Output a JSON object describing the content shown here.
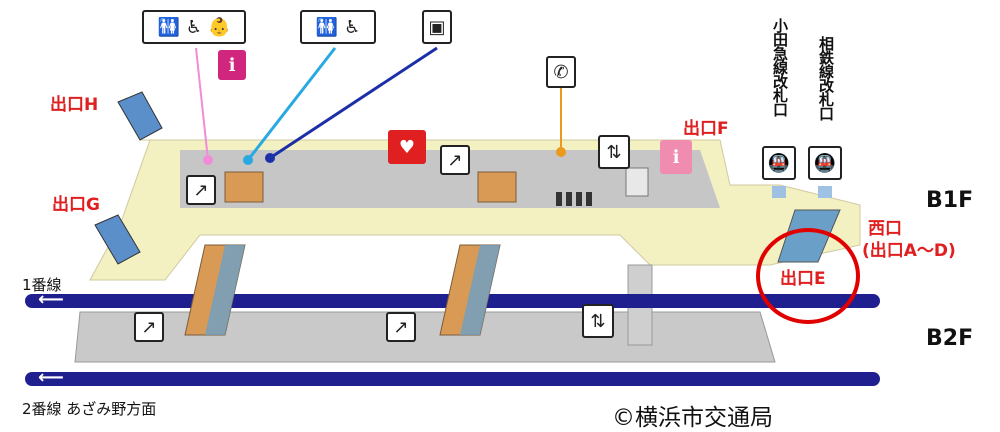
{
  "floors": {
    "upper": "B1F",
    "lower": "B2F"
  },
  "exits": {
    "h": "出口H",
    "g": "出口G",
    "f": "出口F",
    "e": "出口E",
    "west_line1": "西口",
    "west_line2": "(出口A～D)"
  },
  "tracks": {
    "track1": "1番線",
    "track2": "2番線 あざみ野方面",
    "track1_arrow": "⟵",
    "track2_arrow": "⟵"
  },
  "gates": {
    "odakyu": "小田急線改札口",
    "sotetsu": "相鉄線改札口"
  },
  "credit": "©横浜市交通局",
  "icons": {
    "toilet_group_1": [
      "🚻",
      "♿",
      "👶"
    ],
    "toilet_group_2": [
      "🚻",
      "♿"
    ],
    "locker": "▣",
    "phone": "✆",
    "elevator": "⇅",
    "aed": "♥",
    "escalator": "↗",
    "gate_train": "🚇",
    "info": "ℹ"
  },
  "colors": {
    "floor_b1": "#f3f0c2",
    "floor_b2": "#c9c9c9",
    "track": "#1f1f8f",
    "exit_text": "#e02020",
    "highlight_circle": "#e00000",
    "pink_line": "#f08cd8",
    "cyan_line": "#29a9e1",
    "navy_line": "#1d2fa8",
    "orange_line": "#ec9a1e"
  }
}
